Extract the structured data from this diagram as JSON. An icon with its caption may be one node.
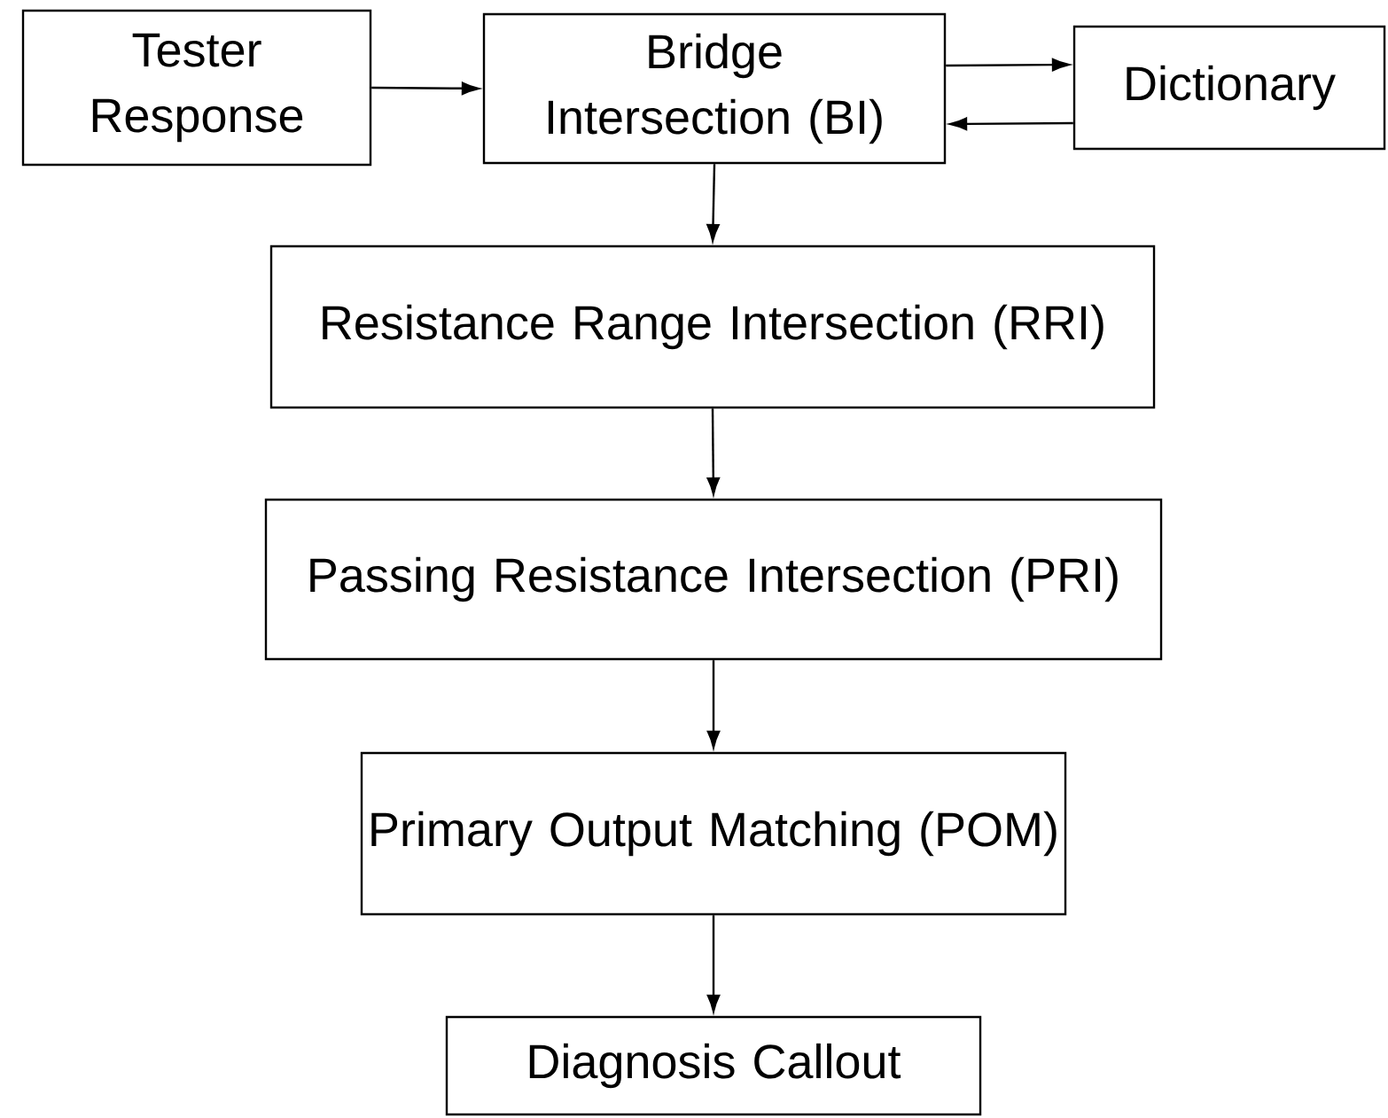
{
  "diagram": {
    "nodes": [
      {
        "text": [
          "Tester Response"
        ]
      },
      {
        "text": [
          "Bridge Intersection (BI)"
        ]
      },
      {
        "text": [
          "Dictionary"
        ]
      },
      {
        "text": [
          "Resistance Range Intersection (RRI)"
        ]
      },
      {
        "text": [
          "Passing Resistance Intersection (PRI)"
        ]
      },
      {
        "text": [
          "Primary Output Matching (POM)"
        ]
      },
      {
        "text": [
          "Diagnosis Callout"
        ]
      }
    ],
    "edges": [
      {
        "from": 0,
        "to": 1,
        "arrow": "to"
      },
      {
        "from": 2,
        "to": 1,
        "arrow": "to"
      },
      {
        "from": 1,
        "to": 2,
        "arrow": "to"
      },
      {
        "from": 1,
        "to": 3,
        "arrow": "to"
      },
      {
        "from": 3,
        "to": 4,
        "arrow": "to"
      },
      {
        "from": 4,
        "to": 5,
        "arrow": "to"
      },
      {
        "from": 5,
        "to": 6,
        "arrow": "to"
      }
    ]
  }
}
